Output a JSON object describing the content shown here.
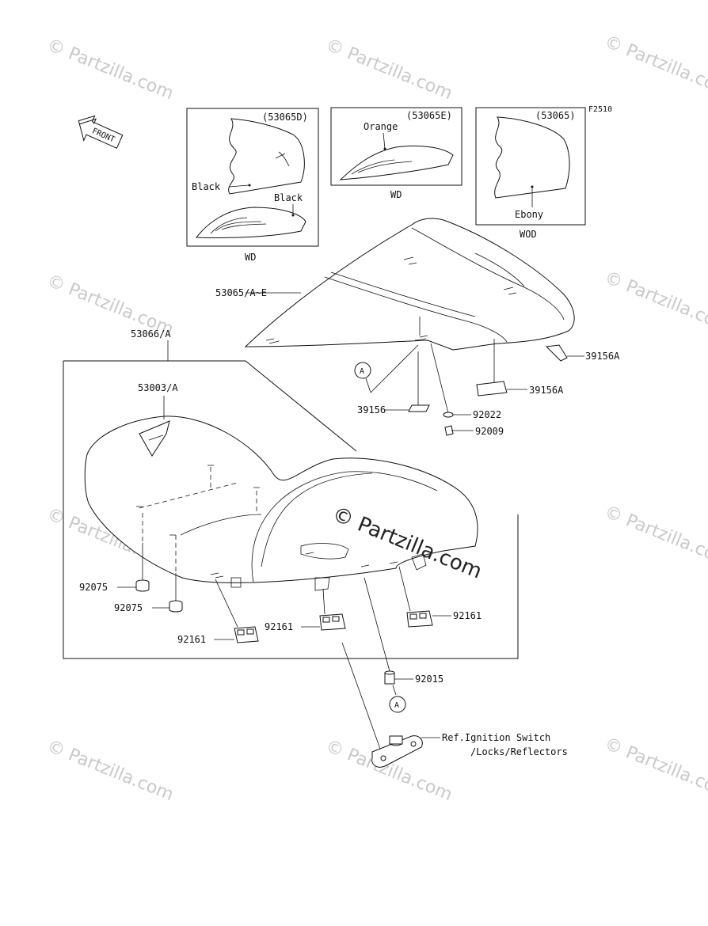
{
  "figure_code": "F2510",
  "front_label": "FRONT",
  "insets": [
    {
      "part": "(53065D)",
      "callouts": [
        "Black",
        "Black"
      ],
      "caption": "WD"
    },
    {
      "part": "(53065E)",
      "callouts": [
        "Orange"
      ],
      "caption": "WD"
    },
    {
      "part": "(53065)",
      "callouts": [
        "Ebony"
      ],
      "caption": "WOD"
    }
  ],
  "parts": {
    "p53065": "53065/A~E",
    "p53066": "53066/A",
    "p53003": "53003/A",
    "p39156A_1": "39156A",
    "p39156A_2": "39156A",
    "p39156": "39156",
    "p92022": "92022",
    "p92009": "92009",
    "p92075_1": "92075",
    "p92075_2": "92075",
    "p92161_1": "92161",
    "p92161_2": "92161",
    "p92161_3": "92161",
    "p92015": "92015"
  },
  "ref_marker": "A",
  "reference_note": [
    "Ref.Ignition Switch",
    "/Locks/Reflectors"
  ],
  "watermark": "© Partzilla.com",
  "main_watermark": "© Partzilla.com"
}
